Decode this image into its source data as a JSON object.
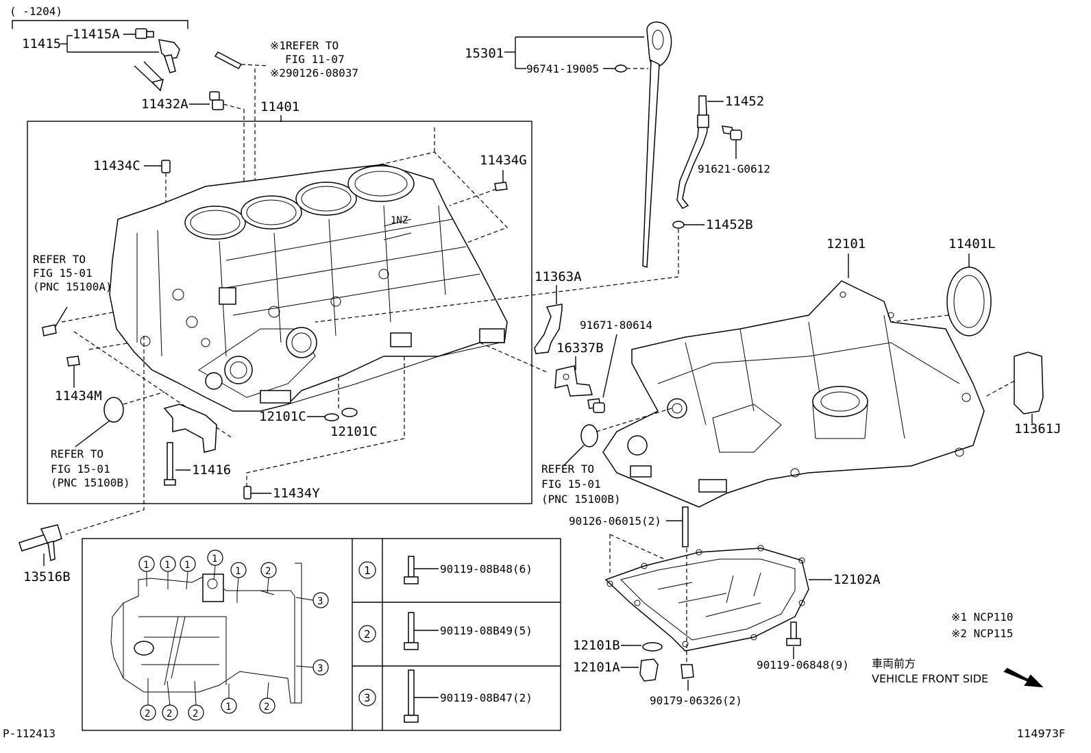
{
  "header": {
    "range": "(    -1204)"
  },
  "labels": {
    "p11415": "11415",
    "p11415A": "11415A",
    "p11432A": "11432A",
    "p11401": "11401",
    "p11434C": "11434C",
    "p11434G": "11434G",
    "p11434M": "11434M",
    "p11434Y": "11434Y",
    "p11416": "11416",
    "p12101C_a": "12101C",
    "p12101C_b": "12101C",
    "p13516B": "13516B",
    "p15301": "15301",
    "p96741": "96741-19005",
    "p11452": "11452",
    "p91621": "91621-G0612",
    "p11452B": "11452B",
    "p12101": "12101",
    "p11401L": "11401L",
    "p11363A": "11363A",
    "p91671": "91671-80614",
    "p16337B": "16337B",
    "p11361J": "11361J",
    "p90126": "90126-06015(2)",
    "p12102A": "12102A",
    "p12101B": "12101B",
    "p12101A": "12101A",
    "p90119_06848": "90119-06848(9)",
    "p90179": "90179-06326(2)"
  },
  "refer": {
    "top_line1": "※1REFER TO",
    "top_line2": "FIG 11-07",
    "top_line3": "※290126-08037",
    "left1_line1": "REFER TO",
    "left1_line2": "FIG 15-01",
    "left1_line3": "(PNC 15100A)",
    "left2_line1": "REFER TO",
    "left2_line2": "FIG 15-01",
    "left2_line3": "(PNC 15100B)",
    "right_line1": "REFER TO",
    "right_line2": "FIG 15-01",
    "right_line3": "(PNC 15100B)"
  },
  "bolt_table": {
    "rows": [
      {
        "num": "1",
        "part": "90119-08B48(6)"
      },
      {
        "num": "2",
        "part": "90119-08B49(5)"
      },
      {
        "num": "3",
        "part": "90119-08B47(2)"
      }
    ],
    "callouts": {
      "one": "1",
      "two": "2",
      "three": "3"
    }
  },
  "notes": {
    "ncp110": "※1 NCP110",
    "ncp115": "※2 NCP115",
    "front_jp": "車両前方",
    "front_en": "VEHICLE FRONT SIDE"
  },
  "footer": {
    "left_code": "P-112413",
    "right_code": "114973F"
  }
}
